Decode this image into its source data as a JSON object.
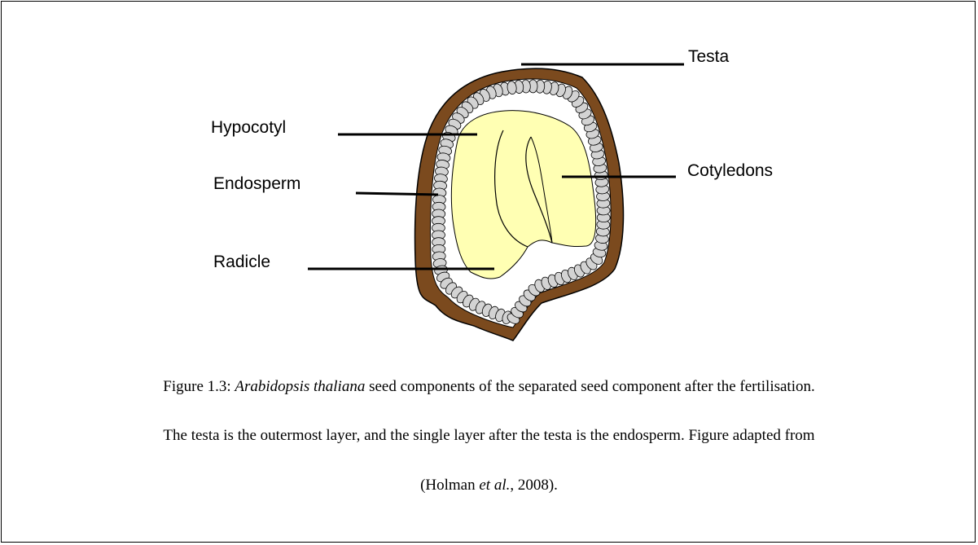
{
  "labels": {
    "testa": "Testa",
    "hypocotyl": "Hypocotyl",
    "endosperm": "Endosperm",
    "cotyledons": "Cotyledons",
    "radicle": "Radicle"
  },
  "caption": {
    "line1_prefix": "Figure 1.3: ",
    "line1_italic": "Arabidopsis thaliana",
    "line1_suffix": " seed components of the separated seed component after the fertilisation.",
    "line2": "The testa is the outermost layer, and the single layer after the testa is the endosperm. Figure adapted from",
    "line3_prefix": "(Holman ",
    "line3_italic": "et al.",
    "line3_suffix": ", 2008)."
  },
  "colors": {
    "testa": "#7b4a1e",
    "endosperm_cell": "#d3d3d3",
    "embryo": "#ffffb3",
    "line": "#000000"
  }
}
